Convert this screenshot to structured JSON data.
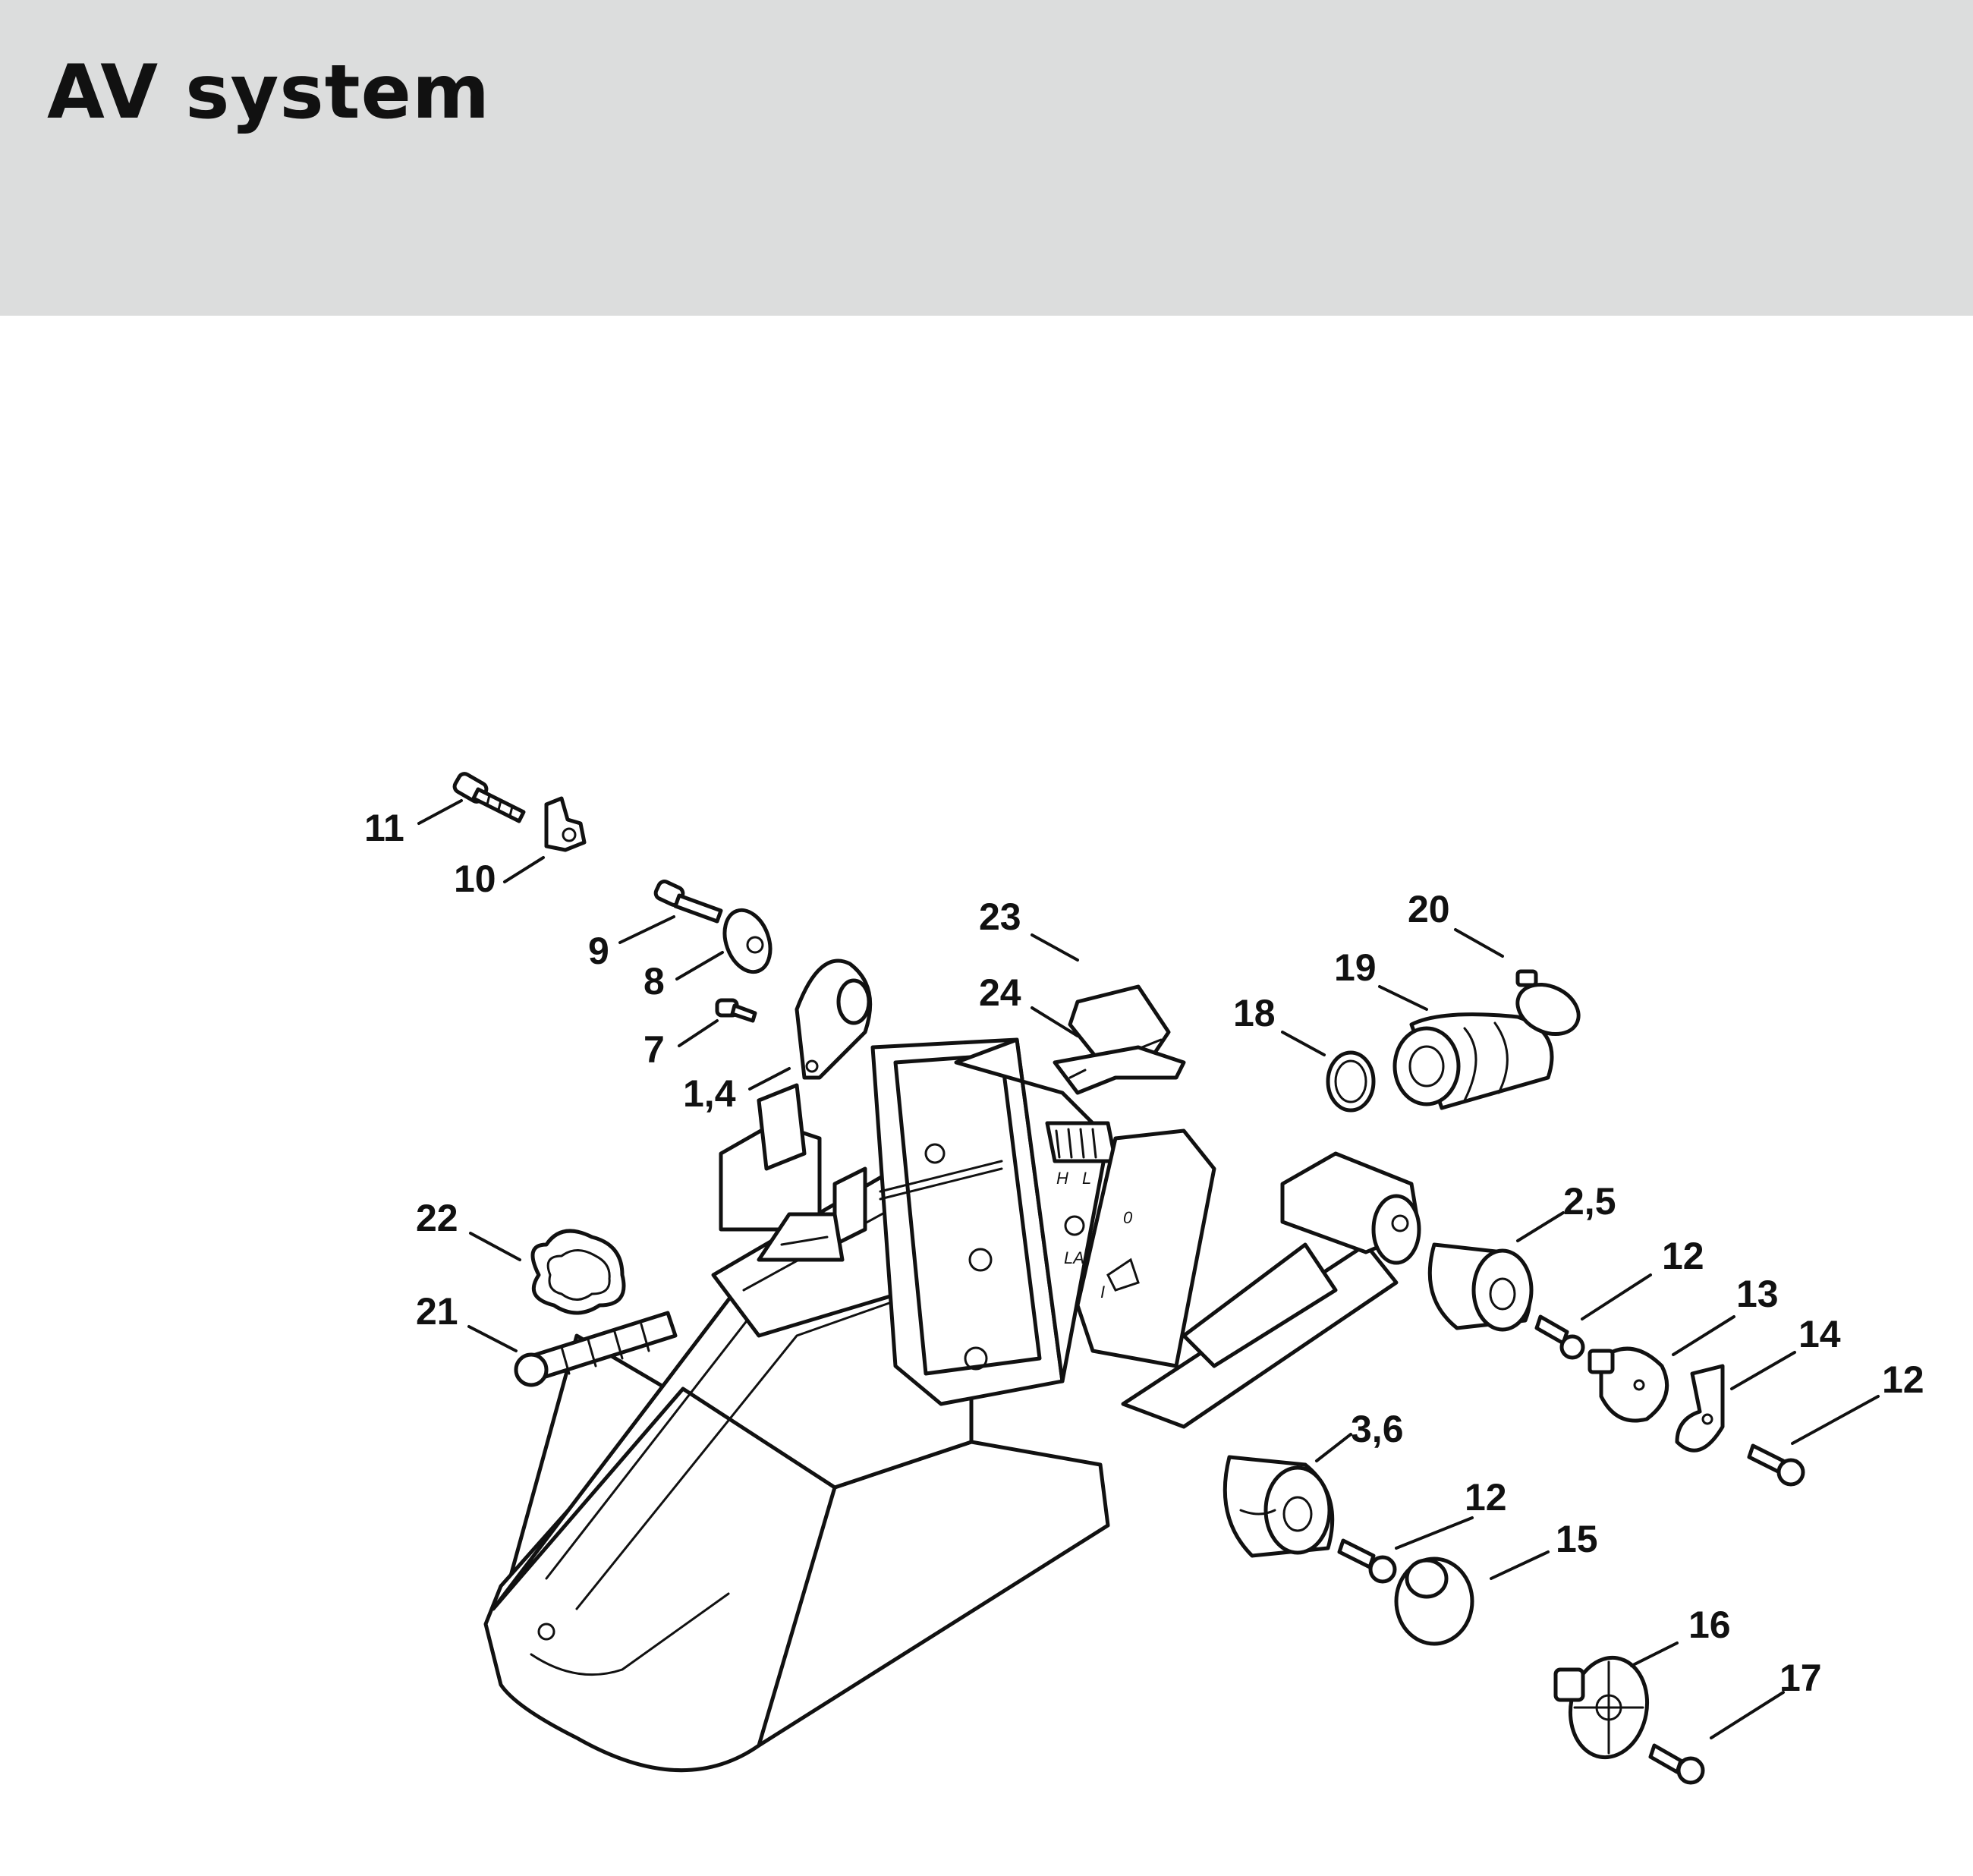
{
  "header": {
    "title": "AV system"
  },
  "callouts": [
    {
      "id": "c11",
      "label": "11"
    },
    {
      "id": "c10",
      "label": "10"
    },
    {
      "id": "c9",
      "label": "9"
    },
    {
      "id": "c8",
      "label": "8"
    },
    {
      "id": "c7",
      "label": "7"
    },
    {
      "id": "c14a",
      "label": "1,4"
    },
    {
      "id": "c23",
      "label": "23"
    },
    {
      "id": "c24",
      "label": "24"
    },
    {
      "id": "c20",
      "label": "20"
    },
    {
      "id": "c19",
      "label": "19"
    },
    {
      "id": "c18",
      "label": "18"
    },
    {
      "id": "c22",
      "label": "22"
    },
    {
      "id": "c21",
      "label": "21"
    },
    {
      "id": "c25",
      "label": "2,5"
    },
    {
      "id": "c12a",
      "label": "12"
    },
    {
      "id": "c13",
      "label": "13"
    },
    {
      "id": "c14",
      "label": "14"
    },
    {
      "id": "c12b",
      "label": "12"
    },
    {
      "id": "c36",
      "label": "3,6"
    },
    {
      "id": "c12c",
      "label": "12"
    },
    {
      "id": "c15",
      "label": "15"
    },
    {
      "id": "c16",
      "label": "16"
    },
    {
      "id": "c17",
      "label": "17"
    }
  ],
  "housing_marks": {
    "h": "H",
    "l": "L",
    "la": "LA",
    "zero": "0",
    "one": "I"
  }
}
